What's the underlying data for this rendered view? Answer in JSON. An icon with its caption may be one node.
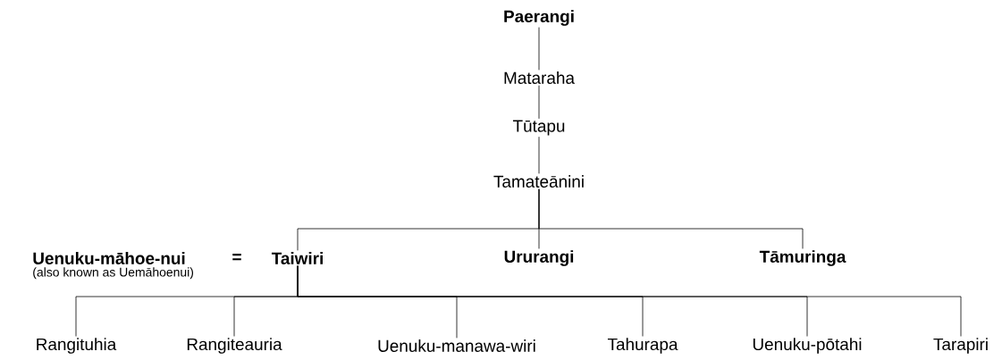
{
  "diagram": {
    "nodes": [
      {
        "text": [
          "Paerangi"
        ]
      },
      {
        "text": [
          "Mataraha"
        ]
      },
      {
        "text": [
          "Tūtapu"
        ]
      },
      {
        "text": [
          "Tamateānini"
        ]
      },
      {
        "text": [
          "Uenuku-māhoe-nui"
        ],
        "beside": [
          "(also known as Uemāhoenui)"
        ]
      },
      {
        "text": [
          "Taiwiri"
        ]
      },
      {
        "text": [
          "Ururangi"
        ]
      },
      {
        "text": [
          "Tāmuringa"
        ]
      },
      {
        "text": [
          "Rangituhia"
        ]
      },
      {
        "text": [
          "Rangiteauria"
        ]
      },
      {
        "text": [
          "Uenuku-manawa-wiri"
        ]
      },
      {
        "text": [
          "Tahurapa"
        ]
      },
      {
        "text": [
          "Uenuku-pōtahi"
        ]
      },
      {
        "text": [
          "Tarapiri"
        ]
      }
    ],
    "edges": [
      {
        "from": 0,
        "to": 1,
        "arrow": "none"
      },
      {
        "from": 1,
        "to": 2,
        "arrow": "none"
      },
      {
        "from": 2,
        "to": 3,
        "arrow": "none"
      },
      {
        "from": 3,
        "to": 5,
        "arrow": "none"
      },
      {
        "from": 3,
        "to": 6,
        "arrow": "none"
      },
      {
        "from": 3,
        "to": 7,
        "arrow": "none"
      },
      {
        "from": 5,
        "to": 8,
        "arrow": "none"
      },
      {
        "from": 5,
        "to": 9,
        "arrow": "none"
      },
      {
        "from": 5,
        "to": 10,
        "arrow": "none"
      },
      {
        "from": 5,
        "to": 11,
        "arrow": "none"
      },
      {
        "from": 5,
        "to": 12,
        "arrow": "none"
      },
      {
        "from": 5,
        "to": 13,
        "arrow": "none"
      }
    ],
    "labels": [
      "="
    ]
  }
}
